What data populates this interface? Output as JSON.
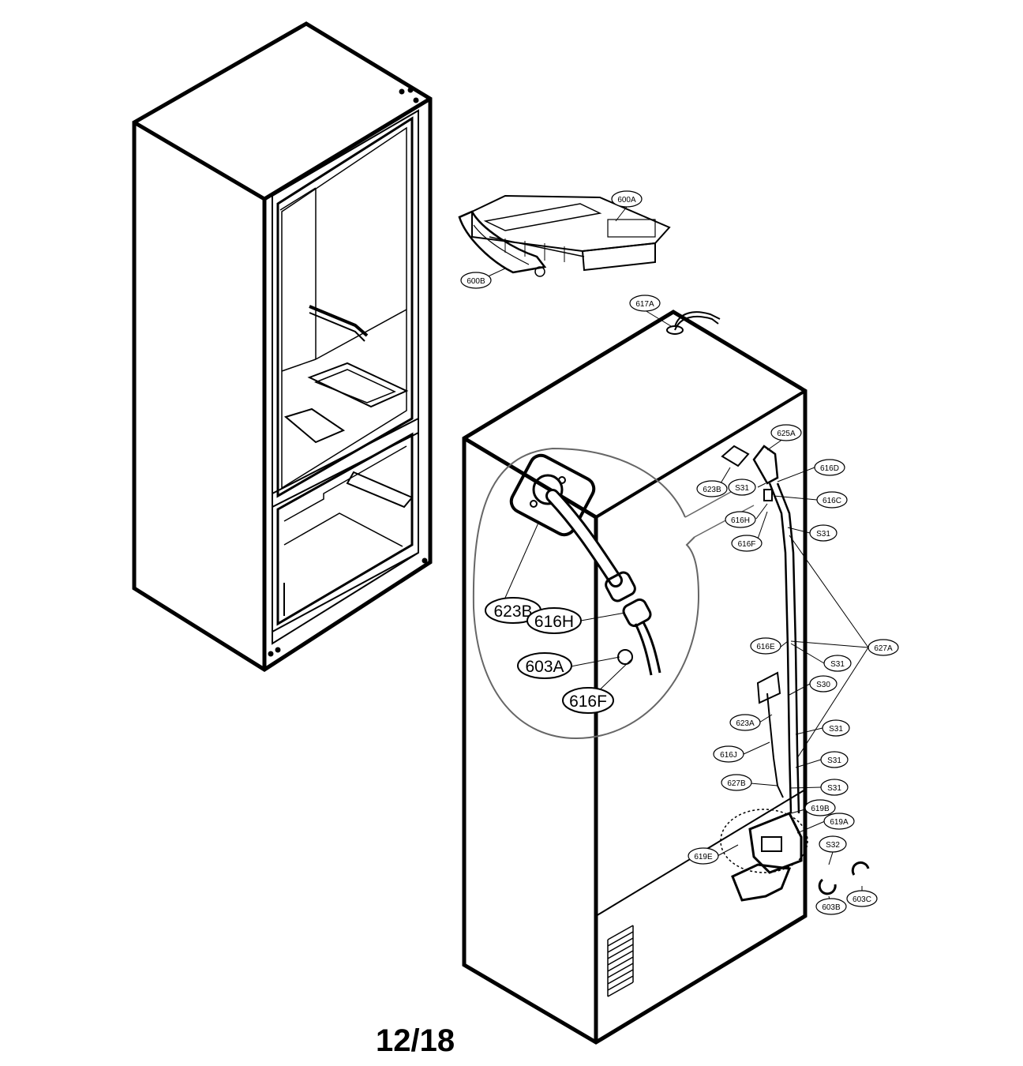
{
  "page_number": "12/18",
  "callouts": {
    "c600A": "600A",
    "c600B": "600B",
    "c617A": "617A",
    "c625A": "625A",
    "c623B_small": "623B",
    "c616D": "616D",
    "c616C": "616C",
    "c616H_small": "616H",
    "c616F_small": "616F",
    "cS31_a": "S31",
    "cS31_b": "S31",
    "cS31_c": "S31",
    "cS31_d": "S31",
    "cS31_e": "S31",
    "cS31_f": "S31",
    "cS30": "S30",
    "cS32": "S32",
    "c627A": "627A",
    "c616E": "616E",
    "c623A": "623A",
    "c616J": "616J",
    "c627B": "627B",
    "c619B": "619B",
    "c619A": "619A",
    "c619E": "619E",
    "c603B": "603B",
    "c603C": "603C",
    "c623B_large": "623B",
    "c616H_large": "616H",
    "c603A_large": "603A",
    "c616F_large": "616F"
  }
}
